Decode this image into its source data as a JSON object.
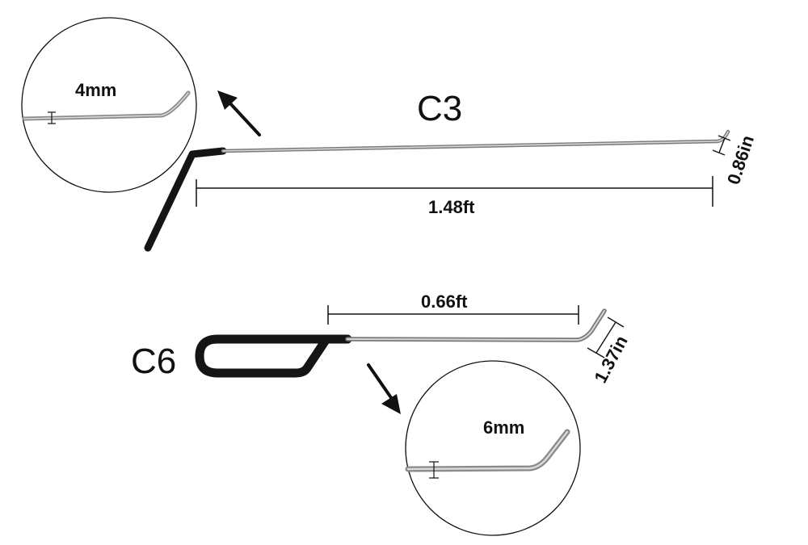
{
  "tools": {
    "c3": {
      "label": "C3",
      "length": "1.48ft",
      "tip_height": "0.86in",
      "rod_diameter": "4mm"
    },
    "c6": {
      "label": "C6",
      "length": "0.66ft",
      "tip_height": "1.37in",
      "rod_diameter": "6mm"
    }
  },
  "colors": {
    "steel": "#b9b9b9",
    "steel_dark": "#7a7a7a",
    "handle": "#151515",
    "ink": "#111111"
  }
}
